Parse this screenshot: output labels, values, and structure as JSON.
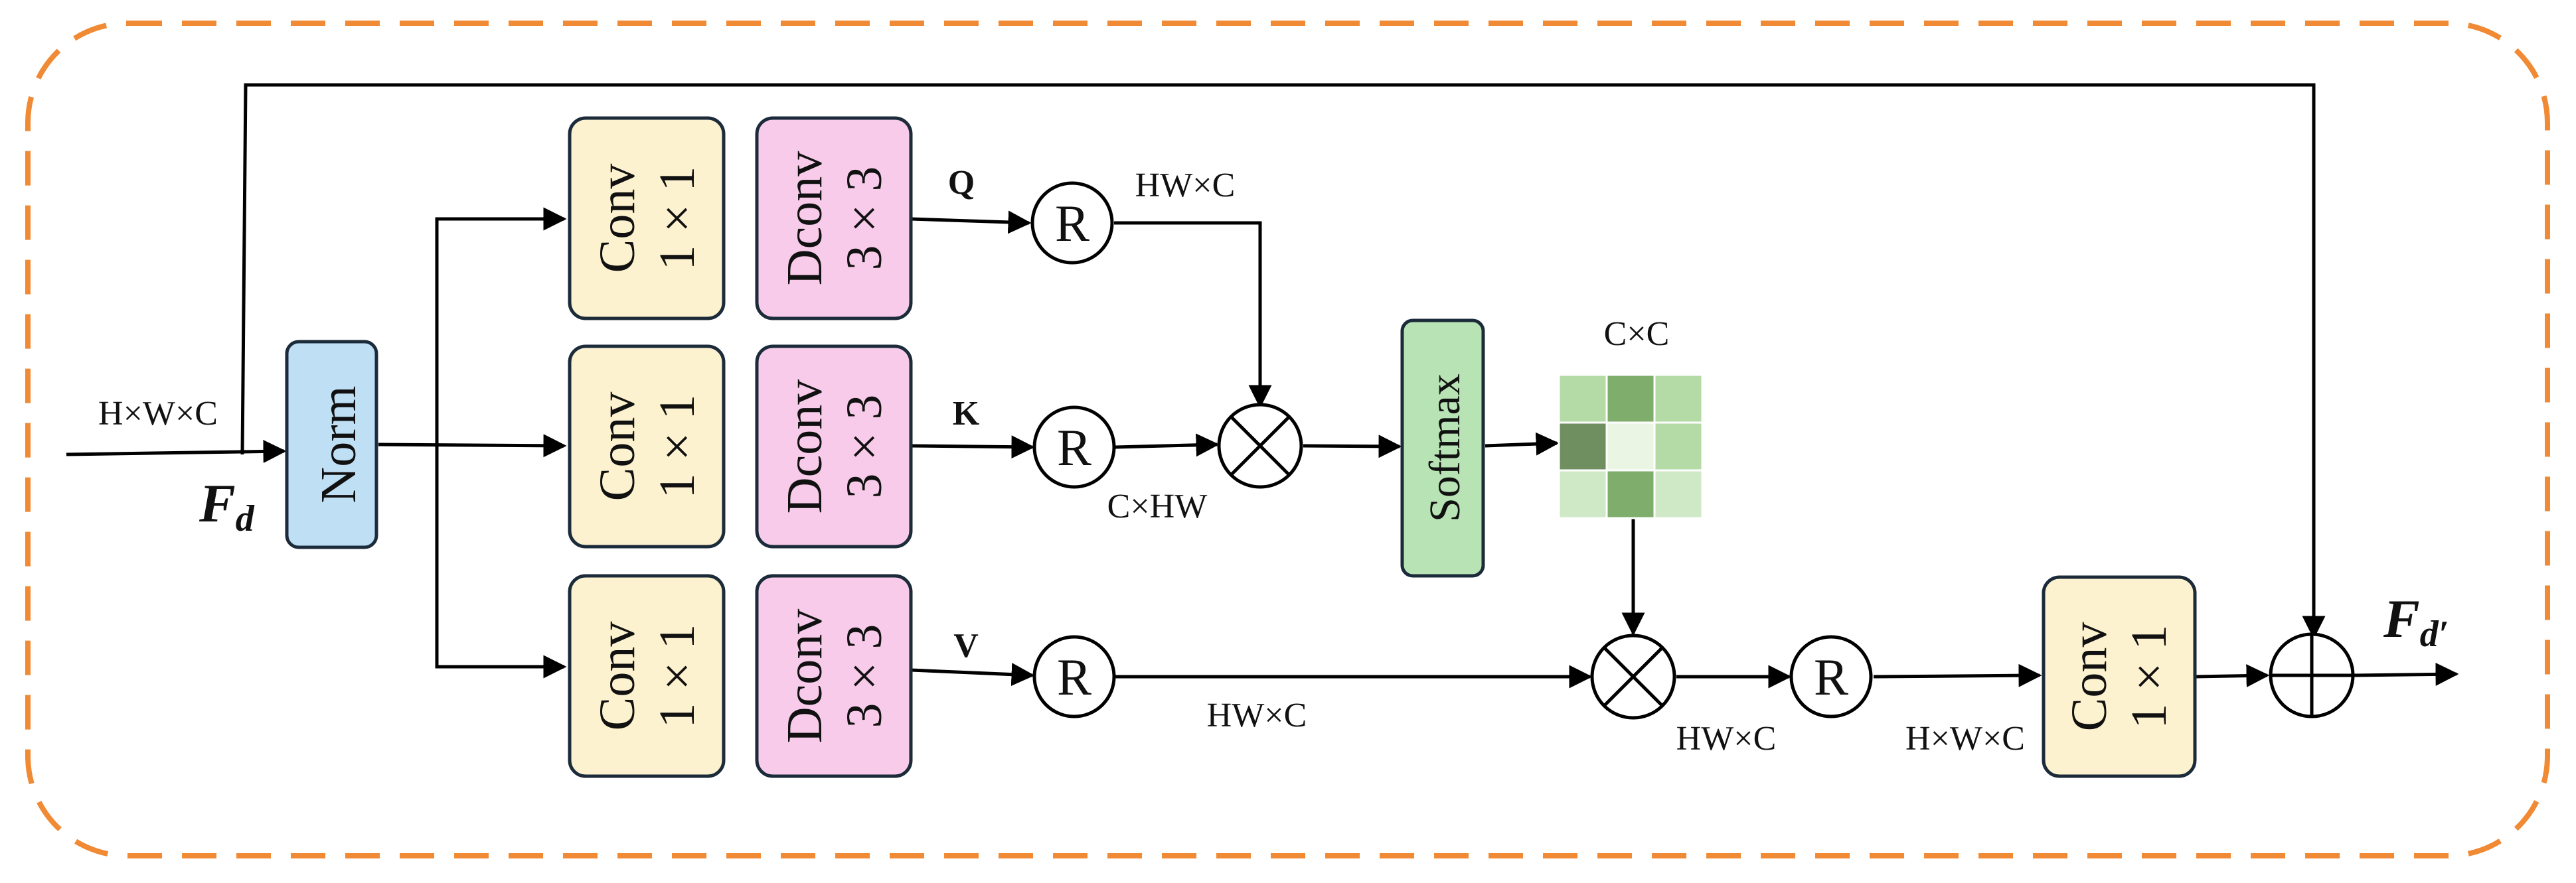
{
  "input_dim": "H×W×C",
  "input_var": "F",
  "input_sub": "d",
  "output_var": "F",
  "output_sub": "d′",
  "norm_label": "Norm",
  "conv": {
    "name": "Conv",
    "size": "1 × 1"
  },
  "dconv": {
    "name": "Dconv",
    "size": "3 × 3"
  },
  "branch_q": "Q",
  "branch_k": "K",
  "branch_v": "V",
  "reshape_symbol": "R",
  "q_dim": "HW×C",
  "k_dim": "C×HW",
  "v_dim": "HW×C",
  "softmax_label": "Softmax",
  "attn_dim": "C×C",
  "mul2_dim": "HW×C",
  "reshape_out_dim": "H×W×C",
  "colors": {
    "border": "#f08a34",
    "conv_fill": "#fdf2cf",
    "dconv_fill": "#f7cbe9",
    "norm_fill": "#bfdff5",
    "softmax_fill": "#b8e3b4",
    "attention_matrix": [
      "#b4dba6",
      "#7fad6c",
      "#b4dba6",
      "#6f8f60",
      "#eaf5e3",
      "#b4dba6",
      "#cfe9c6",
      "#7fad6c",
      "#cfe9c6"
    ]
  }
}
